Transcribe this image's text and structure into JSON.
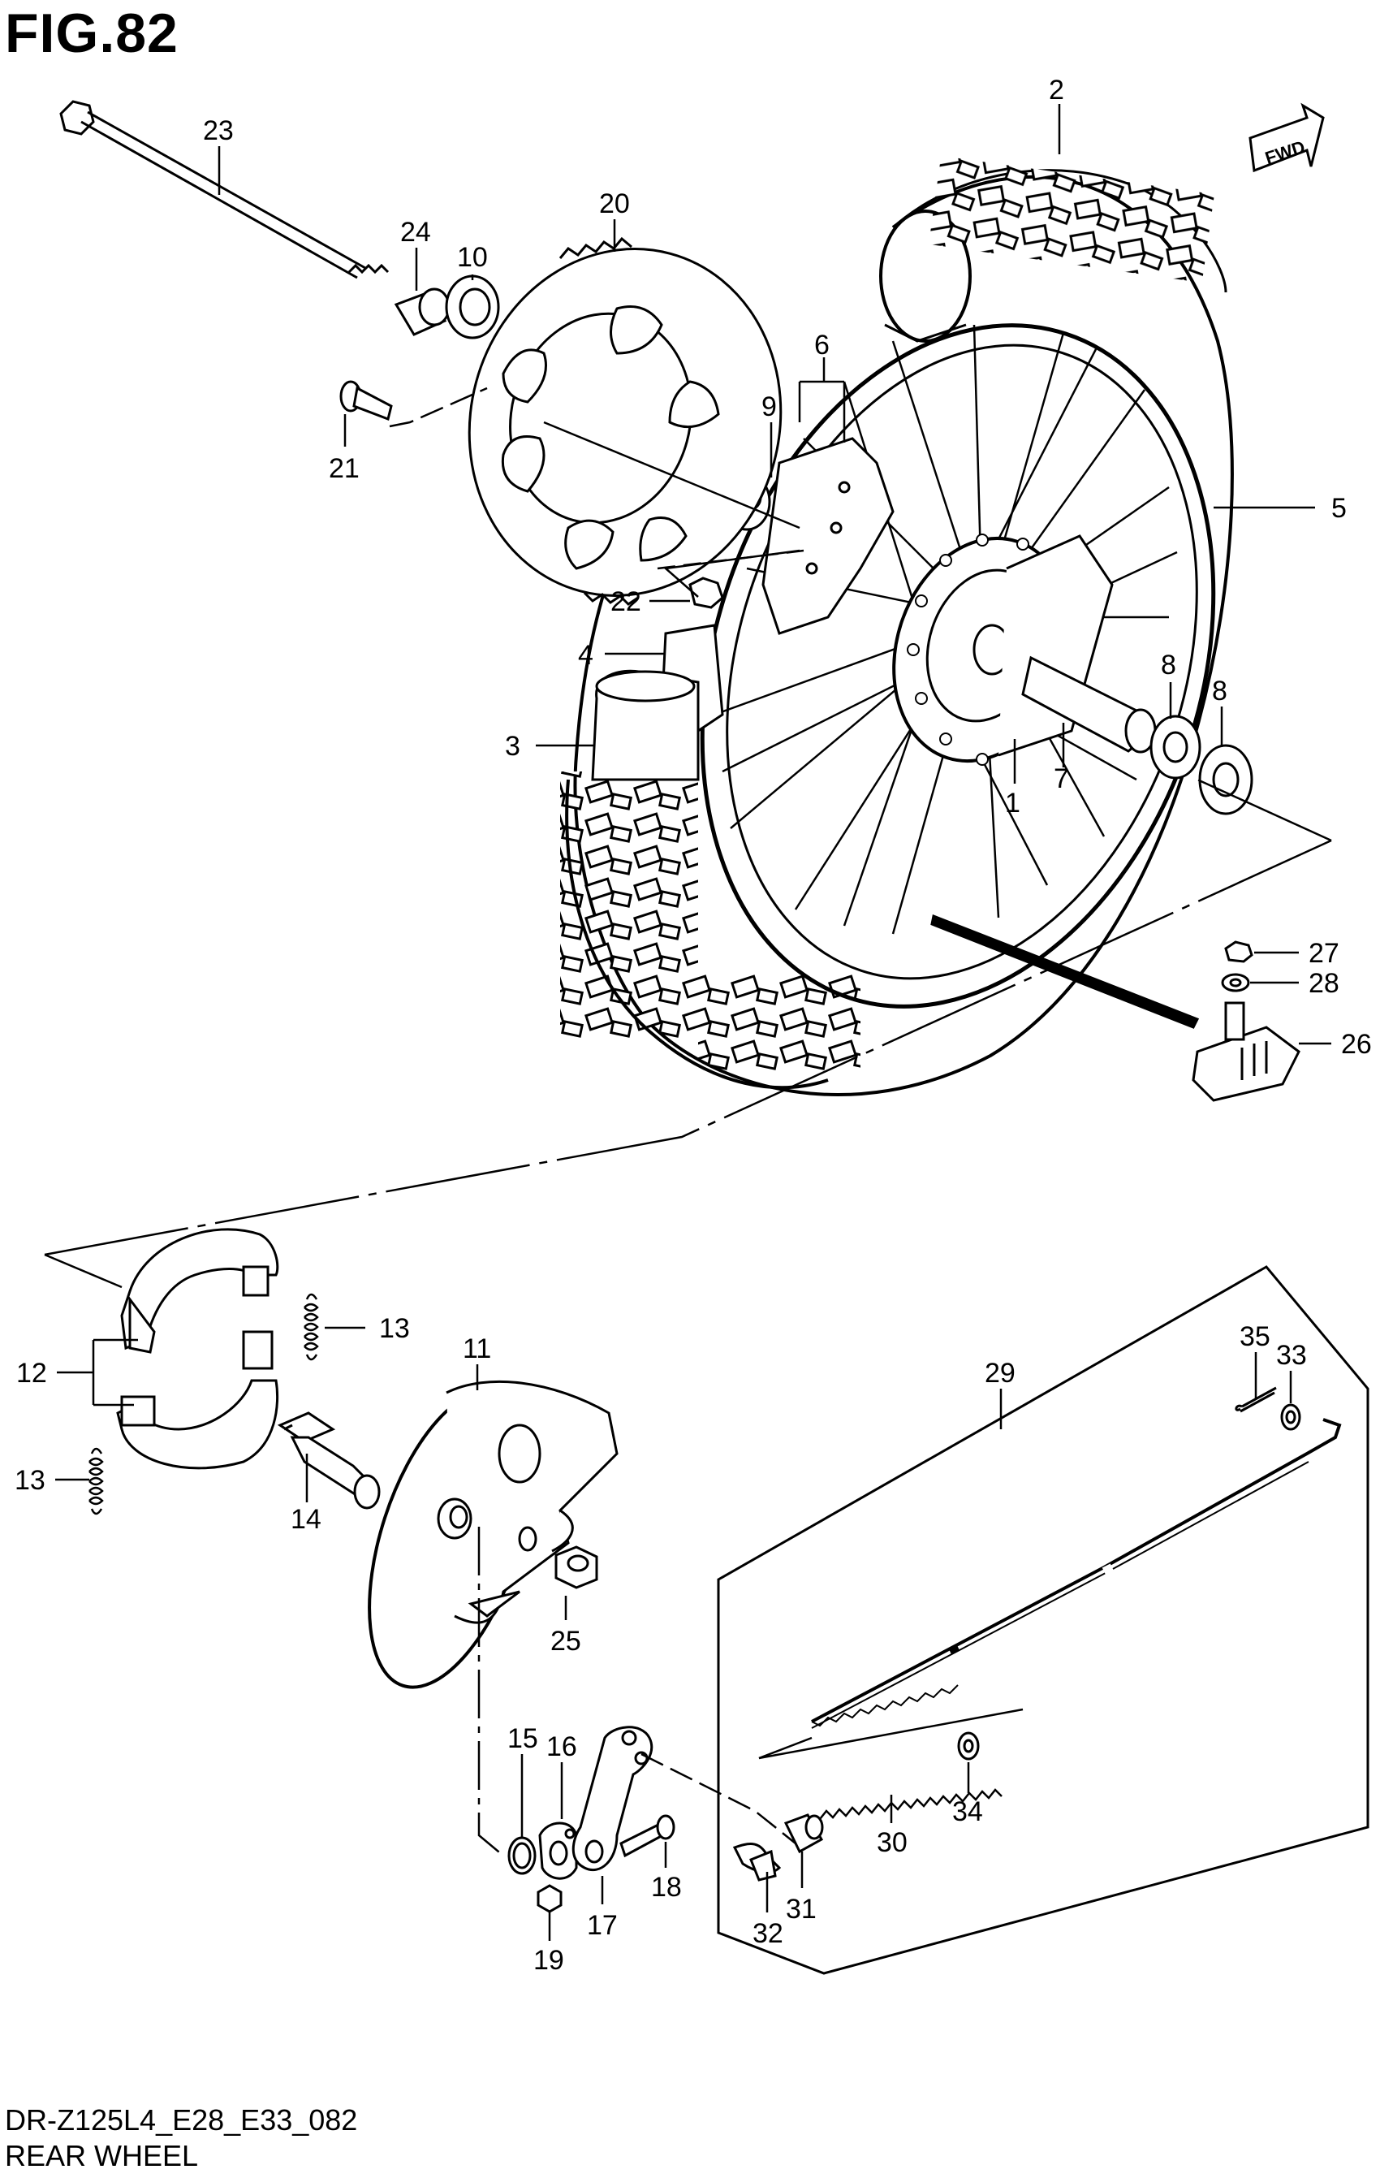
{
  "figure": {
    "title": "FIG.82",
    "code": "DR-Z125L4_E28_E33_082",
    "name": "REAR WHEEL",
    "fwd_label": "FWD"
  },
  "callouts": [
    "1",
    "2",
    "3",
    "4",
    "5",
    "6",
    "7",
    "8",
    "8",
    "9",
    "10",
    "11",
    "12",
    "13",
    "13",
    "14",
    "15",
    "16",
    "17",
    "18",
    "19",
    "20",
    "21",
    "22",
    "23",
    "24",
    "25",
    "26",
    "27",
    "28",
    "29",
    "30",
    "31",
    "32",
    "33",
    "34",
    "35"
  ],
  "colors": {
    "ink": "#000000",
    "paper": "#ffffff"
  }
}
